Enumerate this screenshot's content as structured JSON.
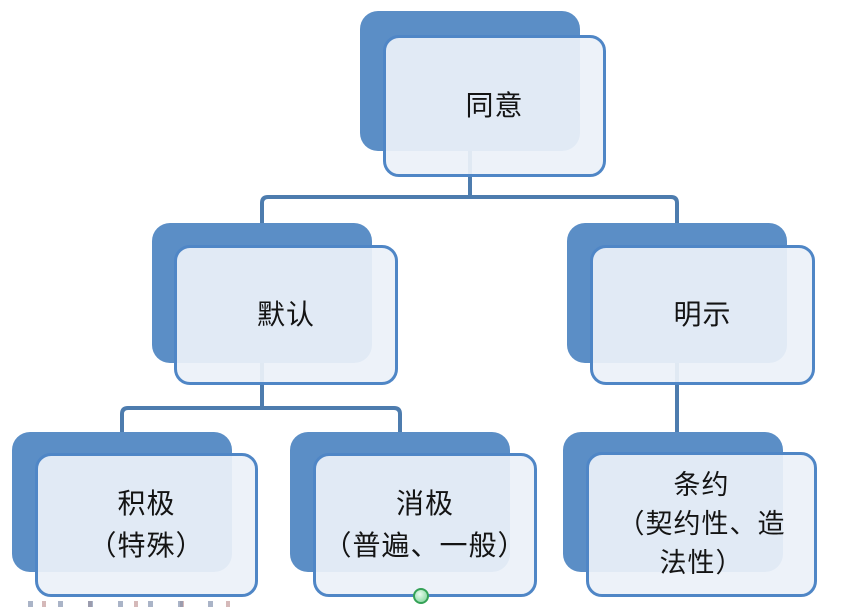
{
  "diagram": {
    "type": "tree",
    "nodes": {
      "consent": {
        "label": "同意"
      },
      "tacit": {
        "label": "默认"
      },
      "express": {
        "label": "明示"
      },
      "positive": {
        "label": "积极",
        "sub": "（特殊）"
      },
      "negative": {
        "label": "消极",
        "sub": "（普遍、一般）"
      },
      "treaty": {
        "label": "条约",
        "sub_line1": "（契约性、造",
        "sub_line2": "法性）"
      }
    },
    "edges": [
      {
        "from": "consent",
        "to": "tacit"
      },
      {
        "from": "consent",
        "to": "express"
      },
      {
        "from": "tacit",
        "to": "positive"
      },
      {
        "from": "tacit",
        "to": "negative"
      },
      {
        "from": "express",
        "to": "treaty"
      }
    ],
    "colors": {
      "shape_back_fill": "#5b8ec6",
      "shape_front_fill": "#eef2f9",
      "shape_front_border": "#4f86c6",
      "connector": "#4d7cae",
      "text": "#141414",
      "handle_green_border": "#35a257",
      "handle_green_fill": "#a8e4bb"
    }
  }
}
